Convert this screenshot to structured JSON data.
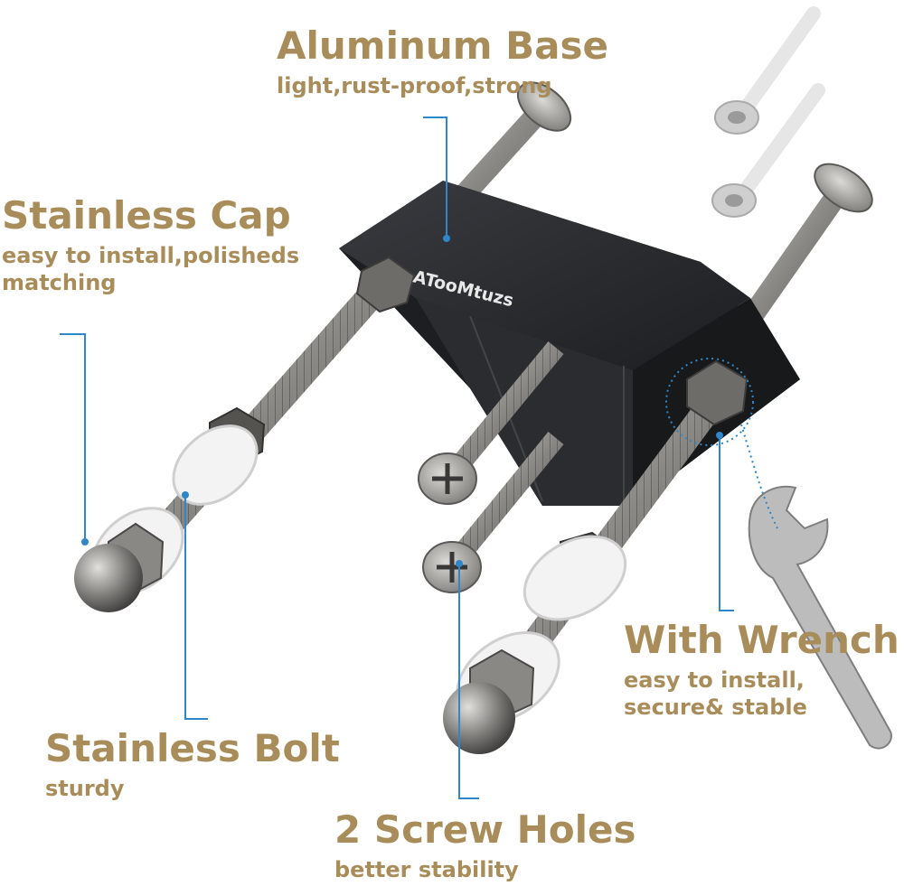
{
  "colors": {
    "label": "#a88d5a",
    "callout": "#2f86c8",
    "base": "#26272b",
    "steel": "#8f8d8a",
    "washer": "#eeeeee"
  },
  "brand": "ATooMtuzs",
  "labels": {
    "aluminum_base": {
      "title": "Aluminum Base",
      "sub": [
        "light,rust-proof,strong"
      ]
    },
    "stainless_cap": {
      "title": "Stainless Cap",
      "sub": [
        "easy to install,polisheds",
        "matching"
      ]
    },
    "stainless_bolt": {
      "title": "Stainless Bolt",
      "sub": [
        "sturdy"
      ]
    },
    "screw_holes": {
      "title": "2 Screw Holes",
      "sub": [
        "better stability"
      ]
    },
    "wrench": {
      "title": "With Wrench",
      "sub": [
        "easy to install,",
        "secure& stable"
      ]
    }
  }
}
